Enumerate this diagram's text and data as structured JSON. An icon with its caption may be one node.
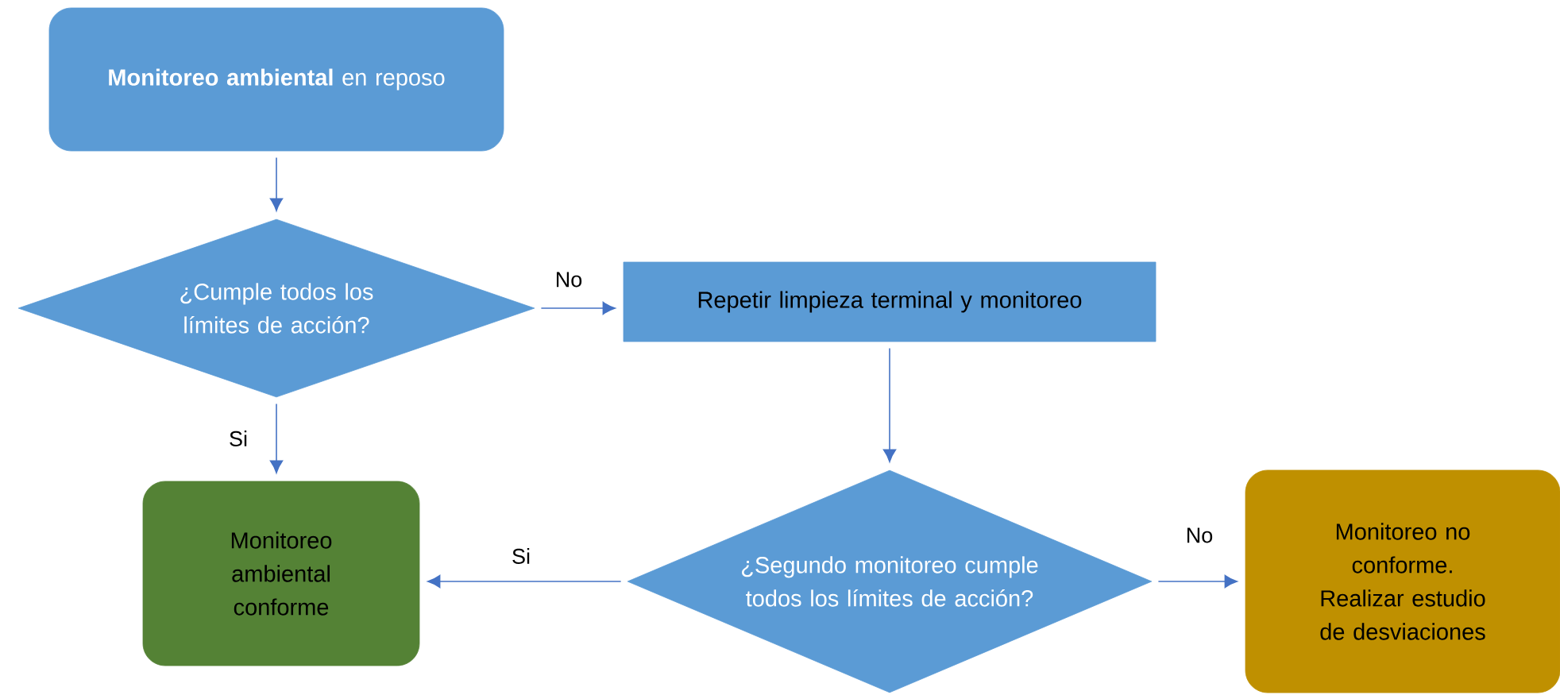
{
  "diagram": {
    "nodes": [
      {
        "text": [
          "**Monitoreo ambiental** en reposo"
        ]
      },
      {
        "text": [
          "¿Cumple todos los límites de acción?"
        ]
      },
      {
        "text": [
          "Repetir limpieza terminal y monitoreo"
        ]
      },
      {
        "text": [
          "Monitoreo ambiental conforme"
        ]
      },
      {
        "text": [
          "¿Segundo monitoreo cumple todos los límites de acción?"
        ]
      },
      {
        "text": [
          "Monitoreo no conforme. Realizar estudio de desviaciones"
        ]
      }
    ],
    "edges": [
      {
        "from": 0,
        "to": 1,
        "arrow": "to"
      },
      {
        "from": 1,
        "to": 2,
        "arrow": "to",
        "label": "No"
      },
      {
        "from": 1,
        "to": 3,
        "arrow": "to",
        "label": "Si"
      },
      {
        "from": 2,
        "to": 4,
        "arrow": "to"
      },
      {
        "from": 4,
        "to": 3,
        "arrow": "to",
        "label": "Si"
      },
      {
        "from": 4,
        "to": 5,
        "arrow": "to",
        "label": "No"
      }
    ]
  }
}
